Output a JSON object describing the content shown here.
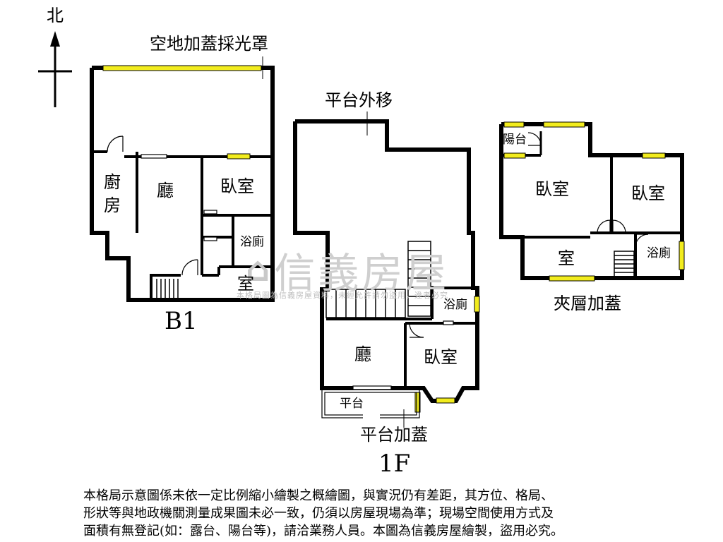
{
  "compass": {
    "north": "北"
  },
  "labels": {
    "skylight": "空地加蓋採光罩",
    "platform_moved": "平台外移",
    "mezz_balcony": "陽台",
    "b1": {
      "kitchen_1": "廚",
      "kitchen_2": "房",
      "living": "廳",
      "bedroom": "臥室",
      "bath": "浴廁",
      "room": "室",
      "floor": "B1"
    },
    "f1": {
      "bath": "浴廁",
      "living": "廳",
      "bedroom": "臥室",
      "platform": "平台",
      "platform_ext": "平台加蓋",
      "floor": "1F"
    },
    "mezz": {
      "bedroom_1": "臥室",
      "bedroom_2": "臥室",
      "room": "室",
      "bath": "浴廁",
      "floor": "夾層加蓋"
    }
  },
  "watermark": {
    "logo": "⌂",
    "name": "信義房屋",
    "sub": "本格局圖為信義房屋資料，未經允許請勿盜用，違者必究"
  },
  "notice": [
    "本格局示意圖係未依一定比例縮小繪製之概繪圖，與實況仍有差距，其方位、格局、",
    "形狀等與地政機關測量成果圖未必一致，仍須以房屋現場為準；現場空間使用方式及",
    "面積有無登記(如：露台、陽台等)，請洽業務人員。本圖為信義房屋繪製，盜用必究。"
  ],
  "colors": {
    "wall": "#000000",
    "window": "#f2ec1e",
    "watermark": "#cfcfcf"
  }
}
